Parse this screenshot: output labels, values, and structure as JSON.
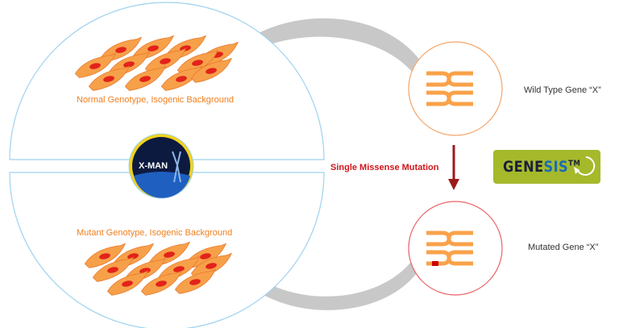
{
  "labels": {
    "normal": "Normal Genotype, Isogenic Background",
    "mutant": "Mutant Genotype, Isogenic Background",
    "wild_type": "Wild Type Gene “X”",
    "mutated": "Mutated Gene “X”",
    "mutation": "Single Missense Mutation"
  },
  "logos": {
    "xman": "X-MAN",
    "genesis_dark": "GENE",
    "genesis_blue": "SIS",
    "genesis_tm": "TM"
  },
  "colors": {
    "cell": "#f7a04a",
    "nucleus": "#e2231a",
    "chromosome": "#f9a24a",
    "mutation_mark": "#cc0000",
    "big_circle": "#9ed2ee",
    "wild_circle": "#f4a56a",
    "mutant_circle": "#e8636a",
    "arrow": "#9b1b1b",
    "genesis_bg": "#a5b92b"
  }
}
